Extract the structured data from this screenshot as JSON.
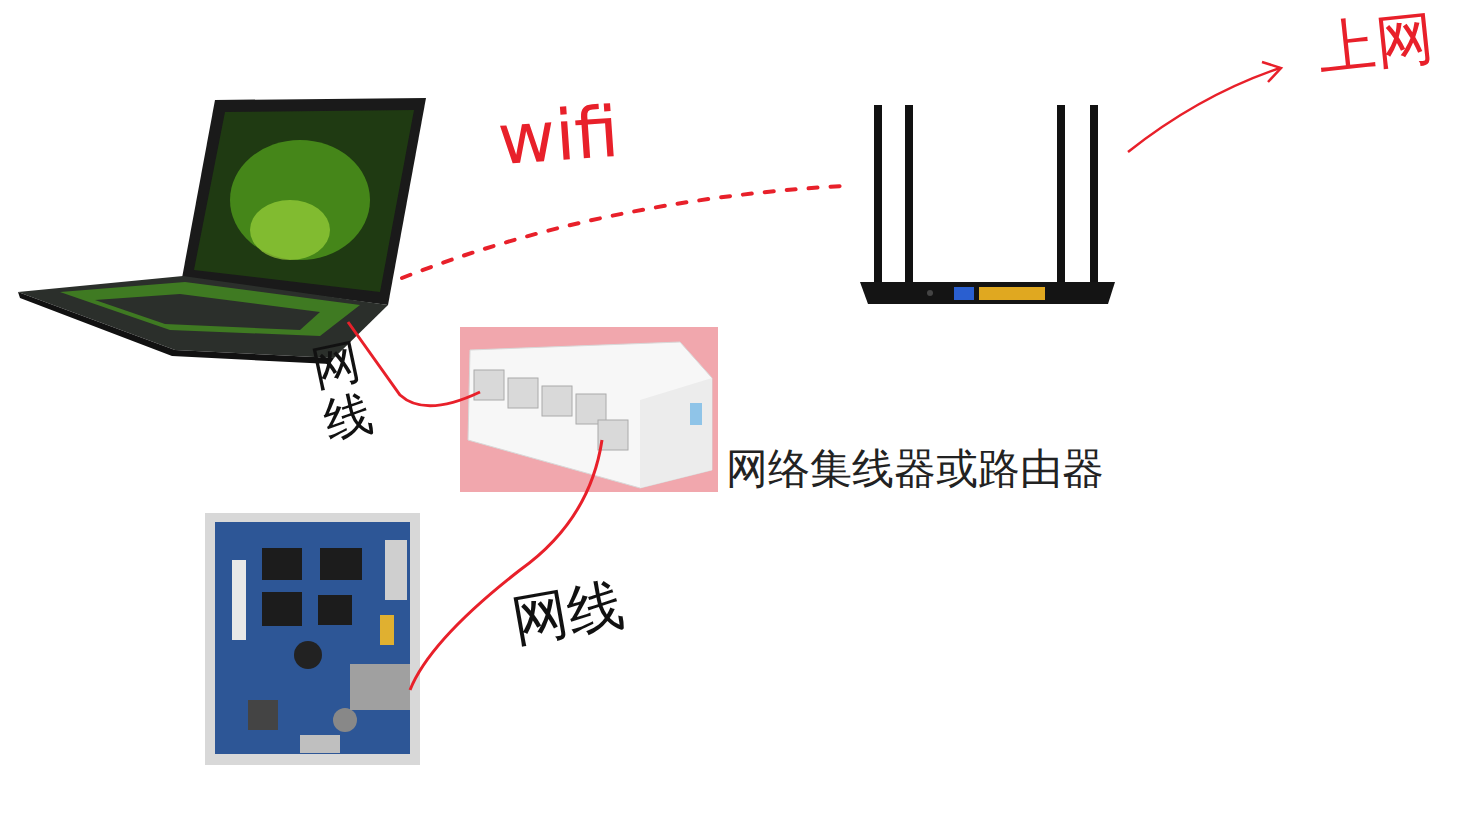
{
  "diagram": {
    "labels": [
      "wifi",
      "上网",
      "网线",
      "网线",
      "网络集线器或路由器"
    ]
  }
}
